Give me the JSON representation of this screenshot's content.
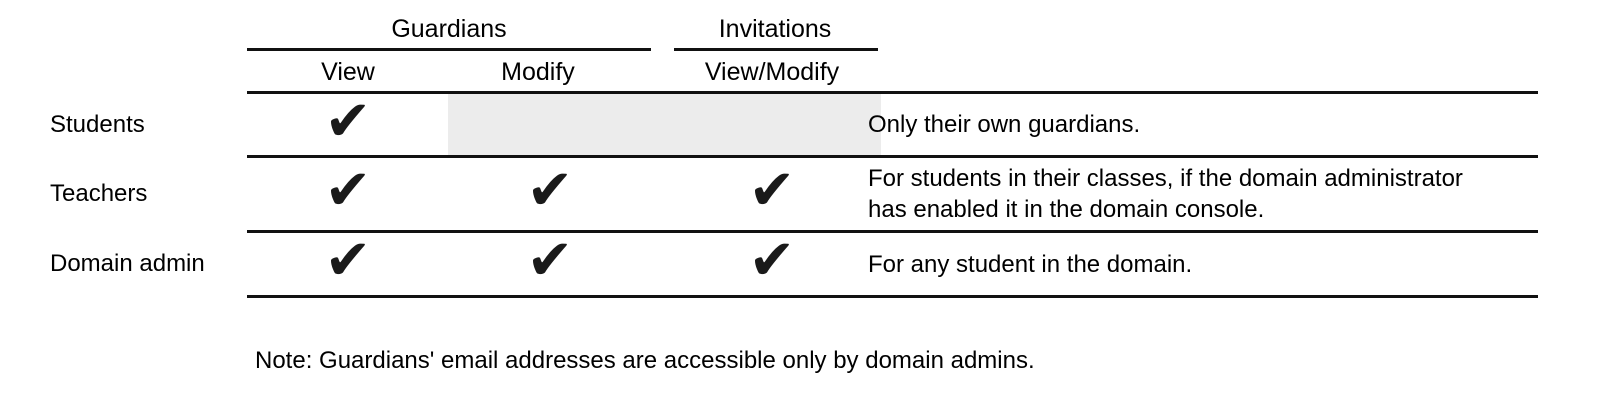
{
  "table": {
    "groups": [
      {
        "label": "Guardians",
        "columns": [
          "View",
          "Modify"
        ]
      },
      {
        "label": "Invitations",
        "columns": [
          "View/Modify"
        ]
      }
    ],
    "column_headers": {
      "view": "View",
      "modify": "Modify",
      "view_modify": "View/Modify"
    },
    "rows": [
      {
        "label": "Students",
        "cells": {
          "view": true,
          "modify": false,
          "view_modify": false
        },
        "shaded": true,
        "note": "Only their own guardians."
      },
      {
        "label": "Teachers",
        "cells": {
          "view": true,
          "modify": true,
          "view_modify": true
        },
        "shaded": false,
        "note": "For students in their classes, if the domain administrator has enabled it in the domain console."
      },
      {
        "label": "Domain admin",
        "cells": {
          "view": true,
          "modify": true,
          "view_modify": true
        },
        "shaded": false,
        "note": "For any student in the domain."
      }
    ]
  },
  "footnote": "Note: Guardians' email addresses are accessible only by domain admins.",
  "icons": {
    "check_icon": "✔"
  },
  "colors": {
    "text": "#000000",
    "rule": "#111111",
    "shaded_cell": "#ececec",
    "check": "#1a1a1a",
    "background": "#ffffff"
  }
}
